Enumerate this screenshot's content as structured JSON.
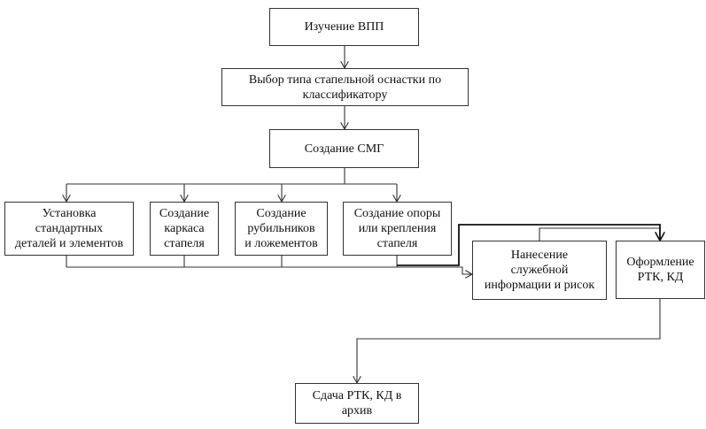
{
  "diagram": {
    "nodes": {
      "study_vpp": "Изучение ВПП",
      "select_tooling": "Выбор типа стапельной оснастки по\nклассификатору",
      "create_smg": "Создание СМГ",
      "install_parts": "Установка\nстандартных\nдеталей и элементов",
      "create_frame": "Создание\nкаркаса\nстапеля",
      "create_clamps": "Создание\nрубильников\nи ложементов",
      "create_support": "Создание опоры\nили крепления\nстапеля",
      "apply_info": "Нанесение\nслужебной\nинформации и рисок",
      "prepare_rtk": "Оформление\nРТК, КД",
      "archive": "Сдача РТК, КД в\nархив"
    },
    "edges": [
      [
        "study_vpp",
        "select_tooling"
      ],
      [
        "select_tooling",
        "create_smg"
      ],
      [
        "create_smg",
        "install_parts"
      ],
      [
        "create_smg",
        "create_frame"
      ],
      [
        "create_smg",
        "create_clamps"
      ],
      [
        "create_smg",
        "create_support"
      ],
      [
        "install_parts",
        "apply_info"
      ],
      [
        "create_frame",
        "apply_info"
      ],
      [
        "create_clamps",
        "apply_info"
      ],
      [
        "create_support",
        "apply_info"
      ],
      [
        "create_support",
        "prepare_rtk"
      ],
      [
        "apply_info",
        "prepare_rtk"
      ],
      [
        "prepare_rtk",
        "archive"
      ]
    ]
  }
}
